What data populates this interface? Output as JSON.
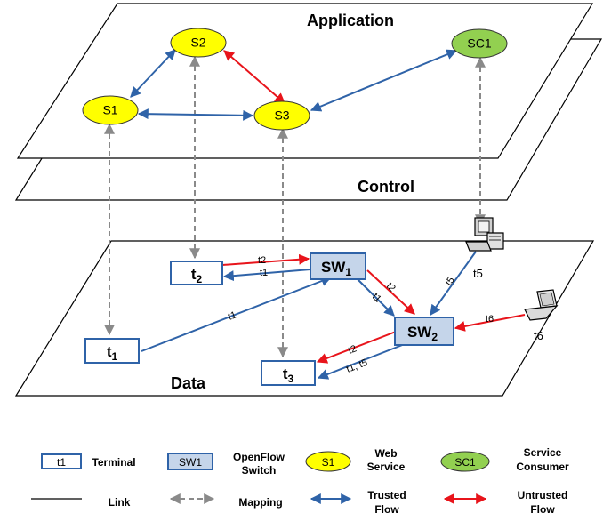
{
  "planes": {
    "application": "Application",
    "control": "Control",
    "data": "Data"
  },
  "services": {
    "s1": "S1",
    "s2": "S2",
    "s3": "S3",
    "sc1": "SC1"
  },
  "terminals": {
    "t1_main": "t",
    "t1_sub": "1",
    "t2_main": "t",
    "t2_sub": "2",
    "t3_main": "t",
    "t3_sub": "3"
  },
  "switches": {
    "sw1_main": "SW",
    "sw1_sub": "1",
    "sw2_main": "SW",
    "sw2_sub": "2"
  },
  "devices": {
    "t5": "t5",
    "t6": "t6"
  },
  "flow_labels": {
    "t2_to_sw1": "t2",
    "sw1_to_t2": "t1",
    "t1_to_sw1": "t1",
    "sw1_sw2_t1": "t1",
    "sw1_sw2_t2": "t2",
    "t5_link": "t5",
    "t6_link": "t6",
    "sw2_t3_t2": "t2",
    "sw2_t3_t1t5": "t1, t5"
  },
  "legend": {
    "terminal_sample": "t1",
    "terminal": "Terminal",
    "switch_sample": "SW1",
    "switch_l1": "OpenFlow",
    "switch_l2": "Switch",
    "web_sample": "S1",
    "web_l1": "Web",
    "web_l2": "Service",
    "consumer_sample": "SC1",
    "consumer_l1": "Service",
    "consumer_l2": "Consumer",
    "link": "Link",
    "mapping": "Mapping",
    "trusted_l1": "Trusted",
    "trusted_l2": "Flow",
    "untrusted_l1": "Untrusted",
    "untrusted_l2": "Flow"
  },
  "colors": {
    "service_yellow": "#ffff00",
    "consumer_green": "#92d050",
    "trusted_blue": "#2f63a8",
    "untrusted_red": "#e8141b",
    "mapping_gray": "#8a8a8a",
    "switch_fill": "#c5d5ea"
  }
}
